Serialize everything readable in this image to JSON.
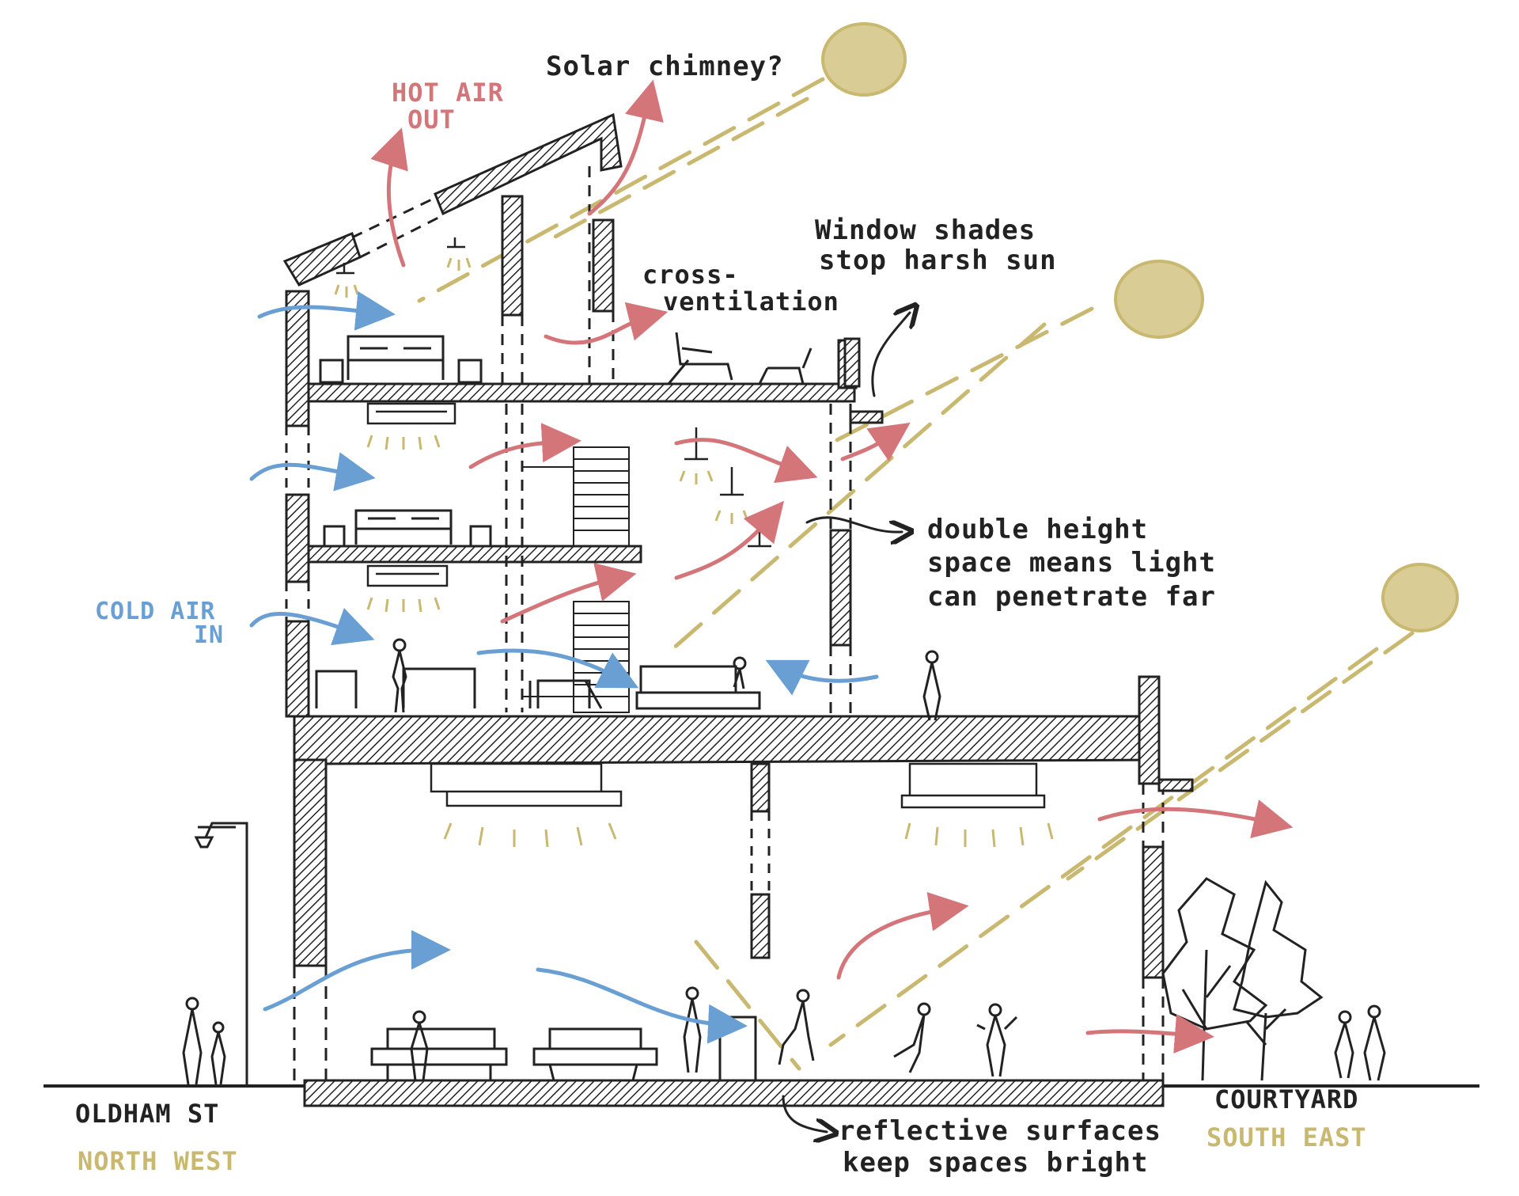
{
  "colors": {
    "ink": "#222222",
    "hot": "#d4757a",
    "cold": "#6a9fd4",
    "sun": "#c9b870",
    "sunFill": "#d9cc94",
    "bg": "#ffffff"
  },
  "labels": {
    "solar_chimney": "Solar chimney?",
    "hot_air_1": "HOT AIR",
    "hot_air_2": "OUT",
    "cross_vent_1": "cross-",
    "cross_vent_2": "ventilation",
    "window_shades_1": "Window shades",
    "window_shades_2": "stop harsh sun",
    "double_height_1": "double height",
    "double_height_2": "space means light",
    "double_height_3": "can penetrate far",
    "cold_air_1": "COLD AIR",
    "cold_air_2": "IN",
    "oldham": "OLDHAM ST",
    "north_west": "NORTH WEST",
    "reflective_1": "reflective surfaces",
    "reflective_2": "keep spaces bright",
    "courtyard": "COURTYARD",
    "south_east": "SOUTH EAST"
  },
  "icons": {
    "sun": "sun-icon",
    "person": "person-icon",
    "tree": "tree-icon",
    "lamp": "street-lamp-icon",
    "bed": "bed-icon",
    "sofa": "sofa-icon",
    "chair": "chair-icon",
    "stairs": "stairs-icon",
    "ceiling_light": "ceiling-light-icon"
  }
}
